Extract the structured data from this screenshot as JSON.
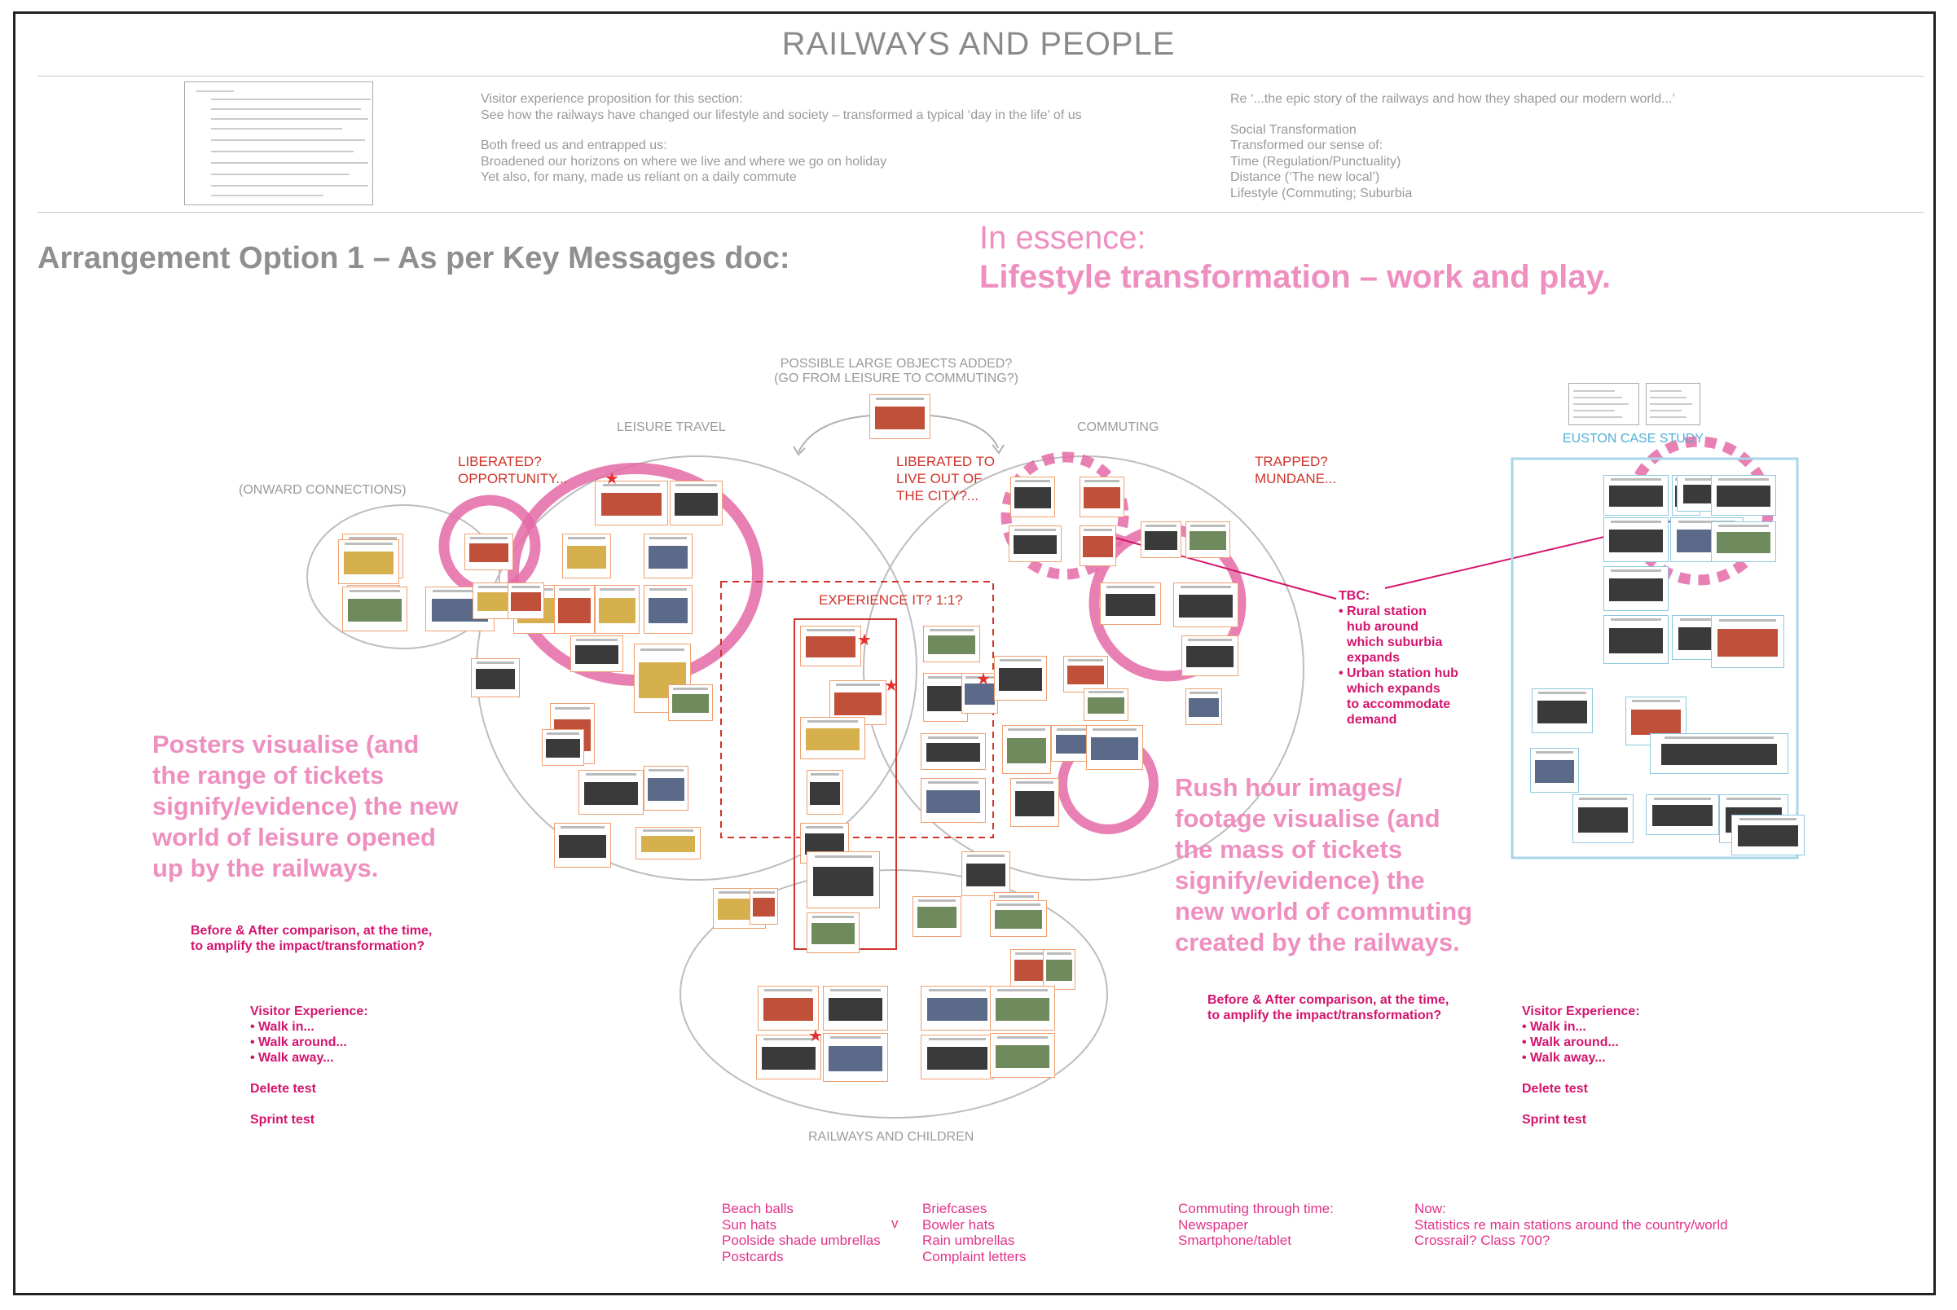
{
  "header": {
    "title": "RAILWAYS AND PEOPLE",
    "proposition": [
      "Visitor experience proposition for this section:",
      "See how the railways have changed our lifestyle and society – transformed a typical ‘day in the life’ of us",
      "",
      "Both freed us and entrapped us:",
      "Broadened our horizons on where we live and where we go on holiday",
      "Yet also, for many, made us reliant on a daily commute"
    ],
    "re": [
      "Re ‘...the epic story of the railways and how they shaped our modern world...’",
      "",
      "Social Transformation",
      "Transformed our sense of:",
      "Time (Regulation/Punctuality)",
      "Distance (‘The new local’)",
      "Lifestyle (Commuting; Suburbia"
    ]
  },
  "arrangement": {
    "heading": "Arrangement Option 1 – As per Key Messages doc:",
    "essence_label": "In essence:",
    "essence_text": "Lifestyle transformation – work and play."
  },
  "diagram": {
    "large_objects": [
      "POSSIBLE LARGE OBJECTS ADDED?",
      "(GO FROM LEISURE TO COMMUTING?)"
    ],
    "leisure_travel": "LEISURE TRAVEL",
    "commuting": "COMMUTING",
    "onward": "(ONWARD CONNECTIONS)",
    "children": "RAILWAYS AND CHILDREN",
    "euston": "EUSTON CASE STUDY",
    "liberated": [
      "LIBERATED?",
      "OPPORTUNITY..."
    ],
    "liberated_city": [
      "LIBERATED TO",
      "LIVE OUT OF",
      "THE CITY?..."
    ],
    "trapped": [
      "TRAPPED?",
      "MUNDANE..."
    ],
    "experience": "EXPERIENCE IT? 1:1?",
    "tbc_title": "TBC:",
    "tbc_items": [
      [
        "Rural station",
        "hub around",
        "which suburbia",
        "expands"
      ],
      [
        "Urban station hub",
        "which expands",
        "to accommodate",
        "demand"
      ]
    ]
  },
  "notes": {
    "posters": [
      "Posters visualise (and",
      "the range of tickets",
      "signify/evidence) the new",
      "world of leisure opened",
      "up by the railways."
    ],
    "rush": [
      "Rush hour images/",
      "footage visualise (and",
      "the mass of tickets",
      "signify/evidence) the",
      "new world of commuting",
      "created by the railways."
    ],
    "before_after": [
      "Before & After comparison, at the time,",
      "to amplify the impact/transformation?"
    ],
    "visitor_title": "Visitor Experience:",
    "visitor_items": [
      "Walk in...",
      "Walk around...",
      "Walk away..."
    ],
    "delete": "Delete test",
    "sprint": "Sprint test"
  },
  "bottom": {
    "leisure_items": [
      "Beach balls",
      "Sun hats",
      "Poolside shade umbrellas",
      "Postcards"
    ],
    "v": "v",
    "commute_items": [
      "Briefcases",
      "Bowler hats",
      "Rain umbrellas",
      "Complaint letters"
    ],
    "through_time": [
      "Commuting through time:",
      "Newspaper",
      "Smartphone/tablet"
    ],
    "now": [
      "Now:",
      "Statistics re main stations around the country/world",
      "Crossrail? Class 700?"
    ]
  },
  "colors": {
    "pink_text": "#ee8fc0",
    "pink_ring": "#e46aa6",
    "magenta": "#d4146e",
    "red": "#d0342c",
    "grey_text": "#9a9a9a",
    "euston_blue": "#8fc7e0"
  }
}
